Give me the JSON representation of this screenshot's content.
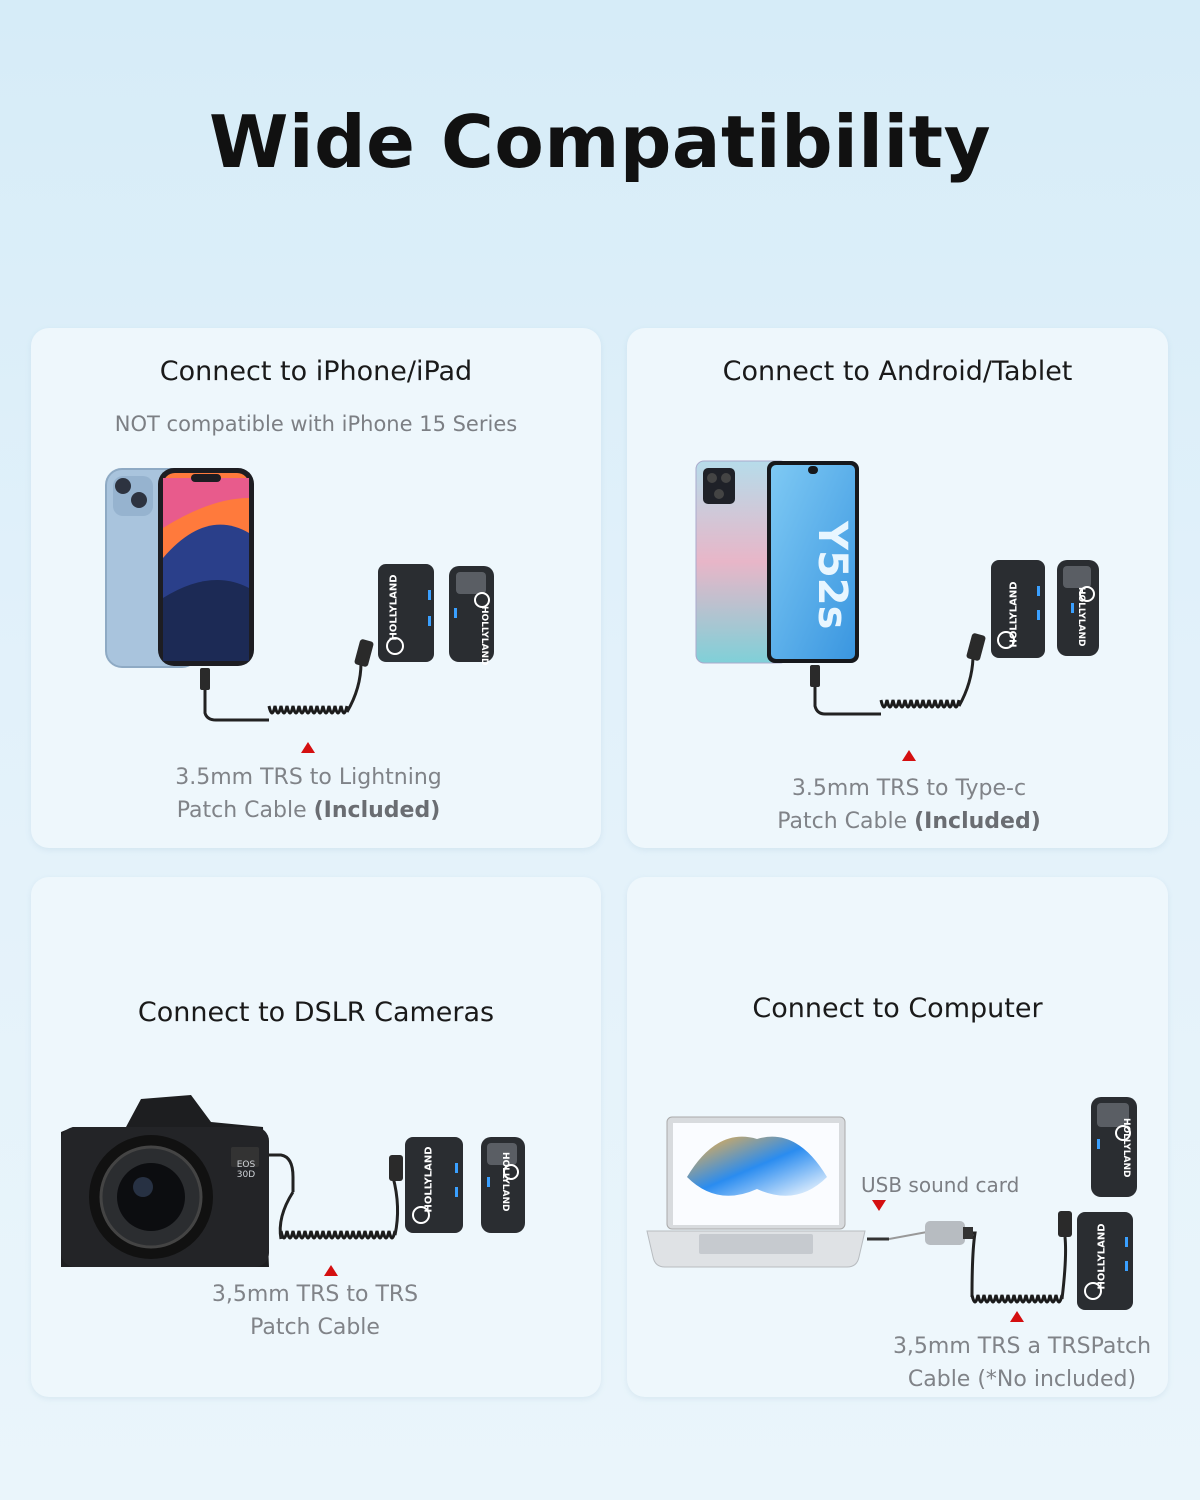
{
  "title": "Wide Compatibility",
  "cards": {
    "iphone": {
      "title": "Connect to iPhone/iPad",
      "subtitle": "NOT compatible with iPhone 15 Series",
      "caption_line1": "3.5mm TRS to Lightning",
      "caption_line2a": "Patch Cable ",
      "caption_line2b": "(Included)"
    },
    "android": {
      "title": "Connect to Android/Tablet",
      "phone_text": "Y52s",
      "caption_line1": "3.5mm TRS to Type-c",
      "caption_line2a": "Patch Cable ",
      "caption_line2b": "(Included)"
    },
    "dslr": {
      "title": "Connect to DSLR Cameras",
      "camera_model": "EOS 30D",
      "caption_line1": "3,5mm TRS to TRS",
      "caption_line2": "Patch Cable"
    },
    "pc": {
      "title": "Connect to Computer",
      "usb_label": "USB sound card",
      "caption_line1": "3,5mm TRS a TRSPatch",
      "caption_line2": "Cable (*No included)"
    }
  },
  "brand": "HOLLYLAND",
  "colors": {
    "accent_red": "#d40f10",
    "device_black": "#2a2d31",
    "cable_black": "#1b1b1b"
  }
}
